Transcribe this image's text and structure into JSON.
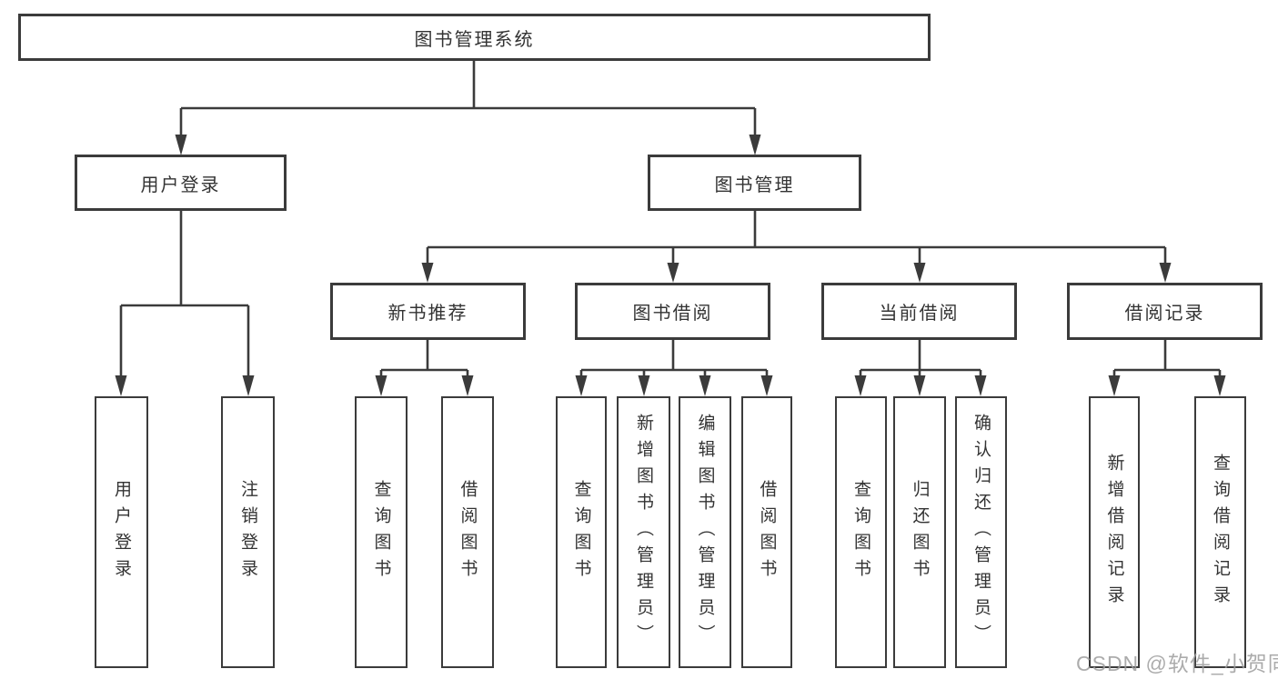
{
  "diagram": {
    "tree": {
      "label": "图书管理系统",
      "children": [
        {
          "label": "用户登录",
          "children": [
            {
              "label": "用户登录"
            },
            {
              "label": "注销登录"
            }
          ]
        },
        {
          "label": "图书管理",
          "children": [
            {
              "label": "新书推荐",
              "children": [
                {
                  "label": "查询图书"
                },
                {
                  "label": "借阅图书"
                }
              ]
            },
            {
              "label": "图书借阅",
              "children": [
                {
                  "label": "查询图书"
                },
                {
                  "label": "新增图书（管理员）"
                },
                {
                  "label": "编辑图书（管理员）"
                },
                {
                  "label": "借阅图书"
                }
              ]
            },
            {
              "label": "当前借阅",
              "children": [
                {
                  "label": "查询图书"
                },
                {
                  "label": "归还图书"
                },
                {
                  "label": "确认归还（管理员）"
                }
              ]
            },
            {
              "label": "借阅记录",
              "children": [
                {
                  "label": "新增借阅记录"
                },
                {
                  "label": "查询借阅记录"
                }
              ]
            }
          ]
        }
      ]
    }
  },
  "watermark": {
    "text": "CSDN @软件_小贺同学"
  },
  "colors": {
    "line": "#3b3b3b",
    "box_border": "#3b3b3b",
    "text": "#333333",
    "watermark": "#9e9e9e",
    "background": "#ffffff"
  }
}
